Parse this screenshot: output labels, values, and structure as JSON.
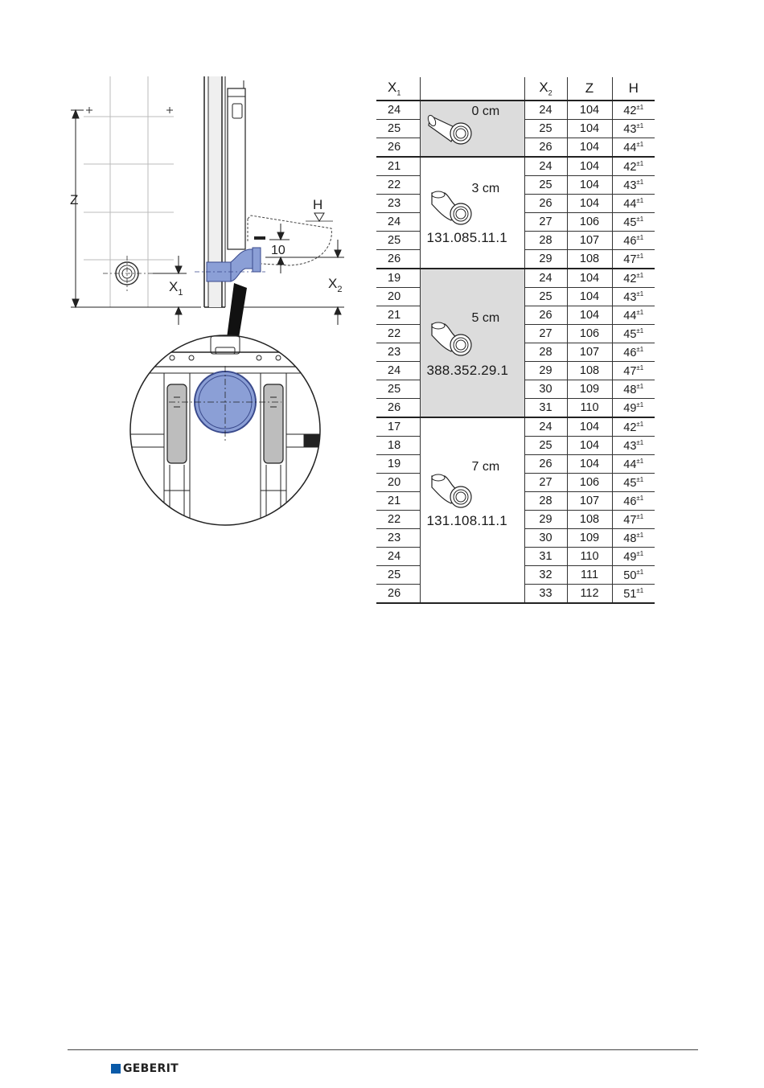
{
  "drawing": {
    "label_z": "Z",
    "label_h": "H",
    "label_x1": "X",
    "label_x1_sub": "1",
    "label_x2": "X",
    "label_x2_sub": "2",
    "label_10": "10"
  },
  "table": {
    "headers": {
      "x1": "X",
      "x1_sub": "1",
      "fitting": "",
      "x2": "X",
      "x2_sub": "2",
      "z": "Z",
      "h": "H"
    },
    "tolerance": "±1",
    "groups": [
      {
        "offset": "0 cm",
        "article": "",
        "rows": [
          {
            "x1": "24",
            "x2": "24",
            "z": "104",
            "h": "42"
          },
          {
            "x1": "25",
            "x2": "25",
            "z": "104",
            "h": "43"
          },
          {
            "x1": "26",
            "x2": "26",
            "z": "104",
            "h": "44"
          }
        ]
      },
      {
        "offset": "3 cm",
        "article": "131.085.11.1",
        "rows": [
          {
            "x1": "21",
            "x2": "24",
            "z": "104",
            "h": "42"
          },
          {
            "x1": "22",
            "x2": "25",
            "z": "104",
            "h": "43"
          },
          {
            "x1": "23",
            "x2": "26",
            "z": "104",
            "h": "44"
          },
          {
            "x1": "24",
            "x2": "27",
            "z": "106",
            "h": "45"
          },
          {
            "x1": "25",
            "x2": "28",
            "z": "107",
            "h": "46"
          },
          {
            "x1": "26",
            "x2": "29",
            "z": "108",
            "h": "47"
          }
        ]
      },
      {
        "offset": "5 cm",
        "article": "388.352.29.1",
        "rows": [
          {
            "x1": "19",
            "x2": "24",
            "z": "104",
            "h": "42"
          },
          {
            "x1": "20",
            "x2": "25",
            "z": "104",
            "h": "43"
          },
          {
            "x1": "21",
            "x2": "26",
            "z": "104",
            "h": "44"
          },
          {
            "x1": "22",
            "x2": "27",
            "z": "106",
            "h": "45"
          },
          {
            "x1": "23",
            "x2": "28",
            "z": "107",
            "h": "46"
          },
          {
            "x1": "24",
            "x2": "29",
            "z": "108",
            "h": "47"
          },
          {
            "x1": "25",
            "x2": "30",
            "z": "109",
            "h": "48"
          },
          {
            "x1": "26",
            "x2": "31",
            "z": "110",
            "h": "49"
          }
        ]
      },
      {
        "offset": "7 cm",
        "article": "131.108.11.1",
        "rows": [
          {
            "x1": "17",
            "x2": "24",
            "z": "104",
            "h": "42"
          },
          {
            "x1": "18",
            "x2": "25",
            "z": "104",
            "h": "43"
          },
          {
            "x1": "19",
            "x2": "26",
            "z": "104",
            "h": "44"
          },
          {
            "x1": "20",
            "x2": "27",
            "z": "106",
            "h": "45"
          },
          {
            "x1": "21",
            "x2": "28",
            "z": "107",
            "h": "46"
          },
          {
            "x1": "22",
            "x2": "29",
            "z": "108",
            "h": "47"
          },
          {
            "x1": "23",
            "x2": "30",
            "z": "109",
            "h": "48"
          },
          {
            "x1": "24",
            "x2": "31",
            "z": "110",
            "h": "49"
          },
          {
            "x1": "25",
            "x2": "32",
            "z": "111",
            "h": "50"
          },
          {
            "x1": "26",
            "x2": "33",
            "z": "112",
            "h": "51"
          }
        ]
      }
    ]
  },
  "footer": {
    "brand": "GEBERIT",
    "brand_color": "#0a5aa8"
  },
  "colors": {
    "pipe": "#8b9fd6",
    "pipe_stroke": "#3a4a8c",
    "shade": "#dcdcdc"
  }
}
